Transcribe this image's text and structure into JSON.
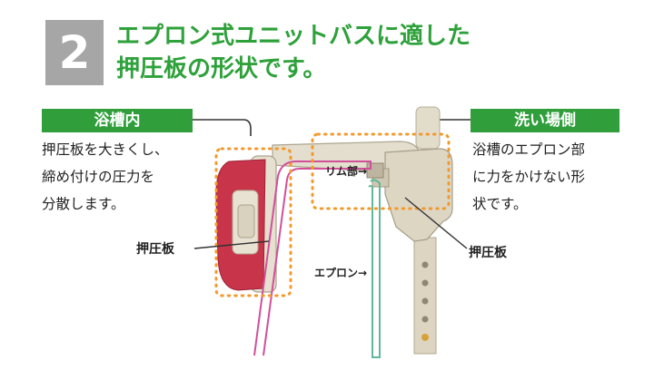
{
  "header": {
    "number": "2",
    "title_line1": "エプロン式ユニットバスに適した",
    "title_line2": "押圧板の形状です。"
  },
  "left_panel": {
    "label": "浴槽内",
    "desc_line1": "押圧板を大きくし、",
    "desc_line2": "締め付けの圧力を",
    "desc_line3": "分散します。"
  },
  "right_panel": {
    "label": "洗い場側",
    "desc_line1": "浴槽のエプロン部",
    "desc_line2": "に力をかけない形",
    "desc_line3": "状です。"
  },
  "diagram": {
    "rim_label": "リム部→",
    "apron_label": "エプロン→",
    "left_plate_label": "押圧板",
    "right_plate_label": "押圧板"
  },
  "colors": {
    "title_green": "#2ea13a",
    "label_green": "#2f9e3b",
    "badge_gray": "#a6a6a6",
    "dotted_orange": "#f29a2e",
    "pad_red": "#c8344a",
    "bathtub_line_pink": "#d24f9a",
    "apron_line_green": "#5fb89a"
  }
}
